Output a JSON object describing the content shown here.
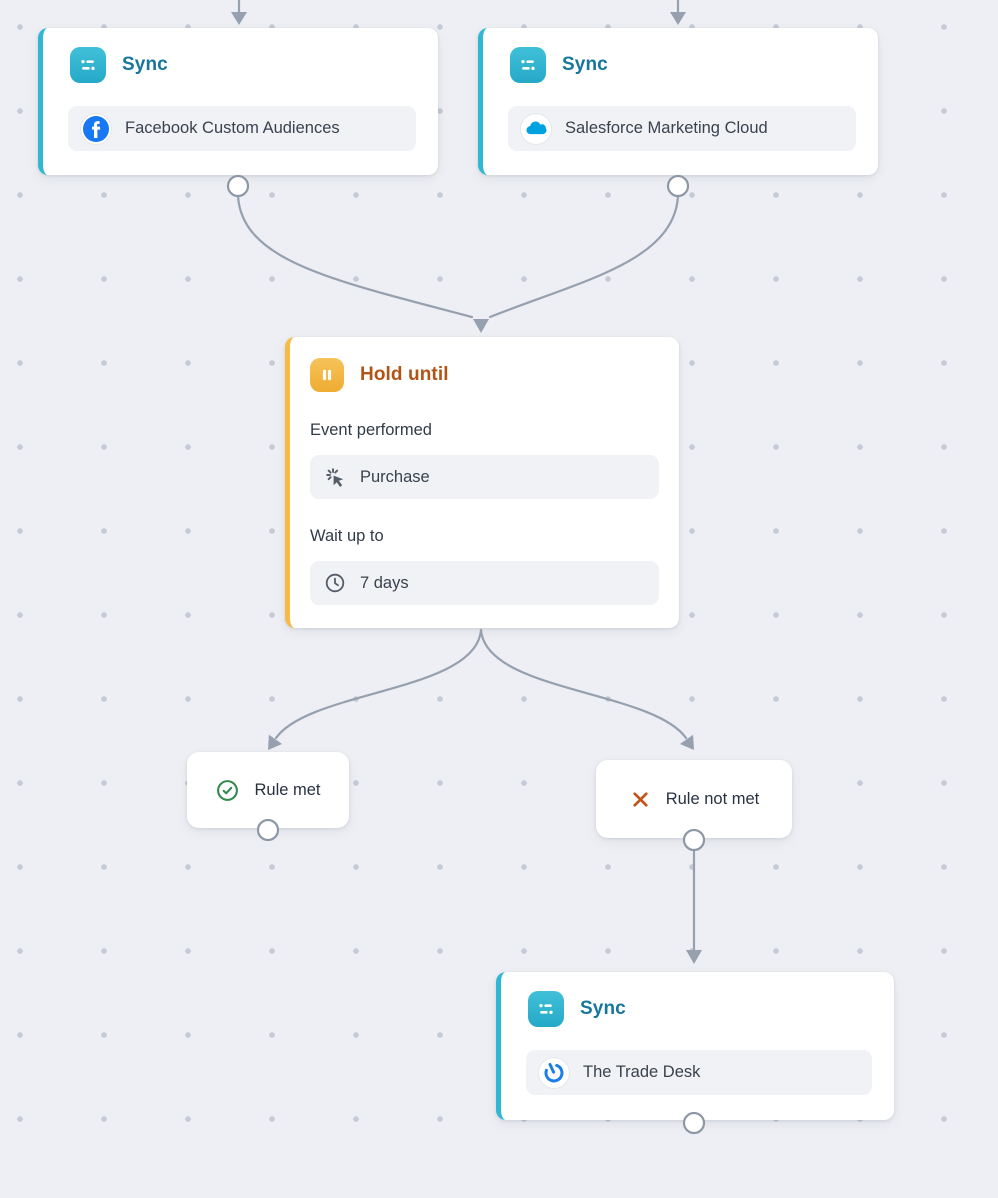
{
  "canvas": {
    "background_color": "#edeff4",
    "grid_dot_color": "#c4cbd6",
    "connector_color": "#96a0ae"
  },
  "nodes": {
    "sync_facebook": {
      "title": "Sync",
      "destination": "Facebook Custom Audiences",
      "accent_color": "#2fb7d3",
      "title_color": "#17779b",
      "type_icon": "sync-icon",
      "destination_icon": "facebook-logo-icon"
    },
    "sync_salesforce": {
      "title": "Sync",
      "destination": "Salesforce Marketing Cloud",
      "accent_color": "#2fb7d3",
      "title_color": "#17779b",
      "type_icon": "sync-icon",
      "destination_icon": "salesforce-logo-icon"
    },
    "hold_until": {
      "title": "Hold until",
      "accent_color": "#f5bb45",
      "title_color": "#b35417",
      "type_icon": "pause-icon",
      "event_label": "Event performed",
      "event_value": "Purchase",
      "event_icon": "cursor-click-icon",
      "wait_label": "Wait up to",
      "wait_value": "7 days",
      "wait_icon": "clock-icon"
    },
    "rule_met": {
      "label": "Rule met",
      "icon": "check-circle-icon",
      "icon_color": "#2f8a4d"
    },
    "rule_not_met": {
      "label": "Rule not met",
      "icon": "x-icon",
      "icon_color": "#c0561d"
    },
    "sync_tradedesk": {
      "title": "Sync",
      "destination": "The Trade Desk",
      "accent_color": "#2fb7d3",
      "title_color": "#17779b",
      "type_icon": "sync-icon",
      "destination_icon": "trade-desk-logo-icon"
    }
  }
}
